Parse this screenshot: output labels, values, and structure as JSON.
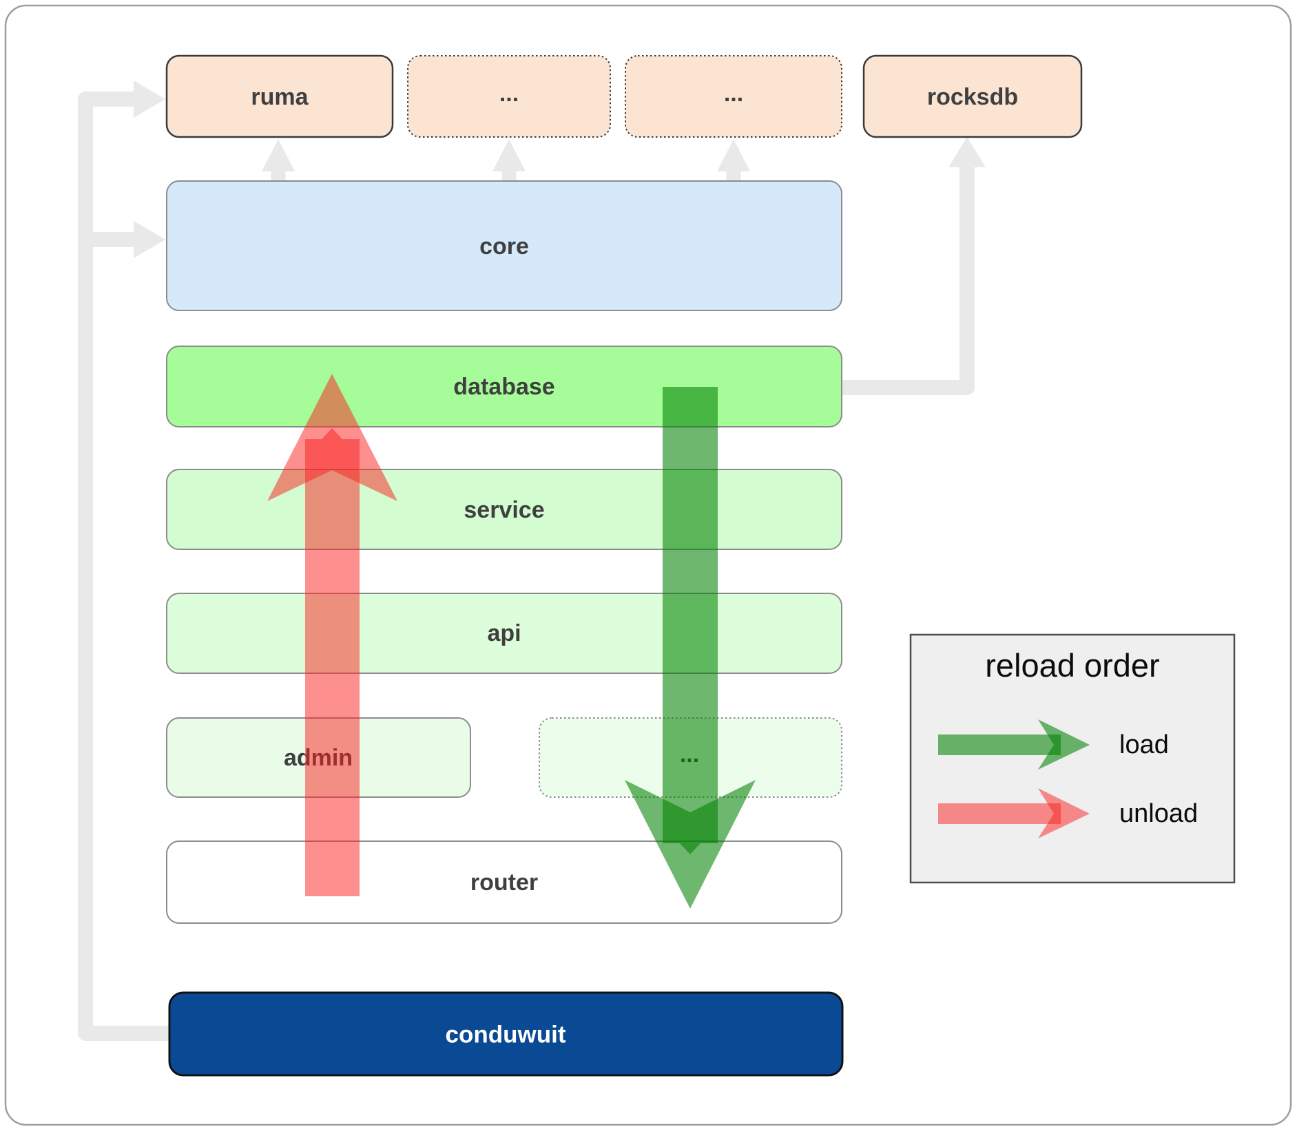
{
  "diagram": {
    "top_row": [
      {
        "label": "ruma"
      },
      {
        "label": "..."
      },
      {
        "label": "..."
      },
      {
        "label": "rocksdb"
      }
    ],
    "layers": [
      {
        "label": "core"
      },
      {
        "label": "database"
      },
      {
        "label": "service"
      },
      {
        "label": "api"
      },
      {
        "label": "admin"
      },
      {
        "label": "..."
      },
      {
        "label": "router"
      },
      {
        "label": "conduwuit"
      }
    ]
  },
  "legend": {
    "title": "reload order",
    "load_label": "load",
    "unload_label": "unload"
  },
  "colors": {
    "peach": "#fce4d2",
    "core_blue": "#d6e9fb",
    "db_green": "#a6fc99",
    "service_green": "#d3fdd0",
    "api_green": "#ddfeda",
    "admin_green": "#e9fce8",
    "dots_green": "#ecfdec",
    "router_white": "#ffffff",
    "conduwuit_navy": "#0a4a94",
    "connector_gray": "#e9e9e9",
    "load_green": "#008000",
    "unload_red": "#fc2020",
    "legend_bg": "#efefef"
  }
}
